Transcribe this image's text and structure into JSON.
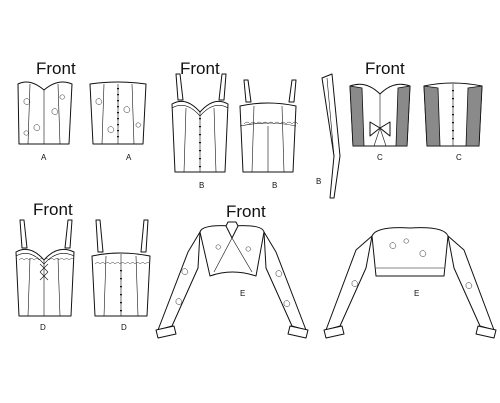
{
  "headings": {
    "group_a": "Front",
    "group_b": "Front",
    "group_c": "Front",
    "group_d": "Front",
    "group_e": "Front"
  },
  "view_labels": {
    "a_front": "A",
    "a_back": "A",
    "b_front": "B",
    "b_back": "B",
    "b_sash": "B",
    "c_front": "C",
    "c_back": "C",
    "d_front": "D",
    "d_back": "D",
    "e_front": "E",
    "e_back": "E"
  },
  "colors": {
    "line": "#111111",
    "fill": "#ffffff",
    "panel_shade": "#8a8a8a"
  }
}
